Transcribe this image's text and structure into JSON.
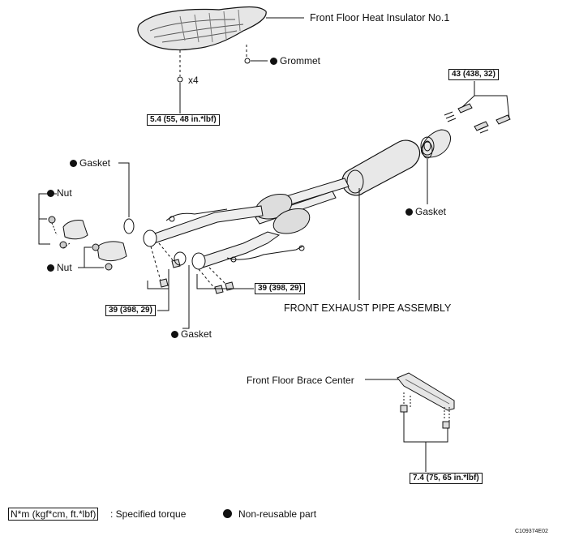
{
  "labels": {
    "insulator": "Front Floor Heat Insulator No.1",
    "grommet": "Grommet",
    "x4": "x4",
    "gasket_upper_left": "Gasket",
    "nut_top": "Nut",
    "nut_bottom": "Nut",
    "gasket_right": "Gasket",
    "gasket_bottom": "Gasket",
    "front_exhaust_pipe": "FRONT EXHAUST PIPE ASSEMBLY",
    "brace_center": "Front Floor Brace Center"
  },
  "torque_specs": {
    "insulator_bolts": "5.4 (55, 48 in.*lbf)",
    "rear_flange": "43 (438, 32)",
    "left_flange": "39 (398, 29)",
    "center_flange": "39 (398, 29)",
    "brace_bolts": "7.4 (75, 65 in.*lbf)"
  },
  "legend": {
    "torque_unit": "N*m (kgf*cm, ft.*lbf)",
    "torque_desc": ": Specified torque",
    "nonreusable_desc": "Non-reusable part"
  },
  "image_code": "C109374E02",
  "colors": {
    "ink": "#111111",
    "background": "#ffffff",
    "part_fill": "#e8e8e8"
  }
}
